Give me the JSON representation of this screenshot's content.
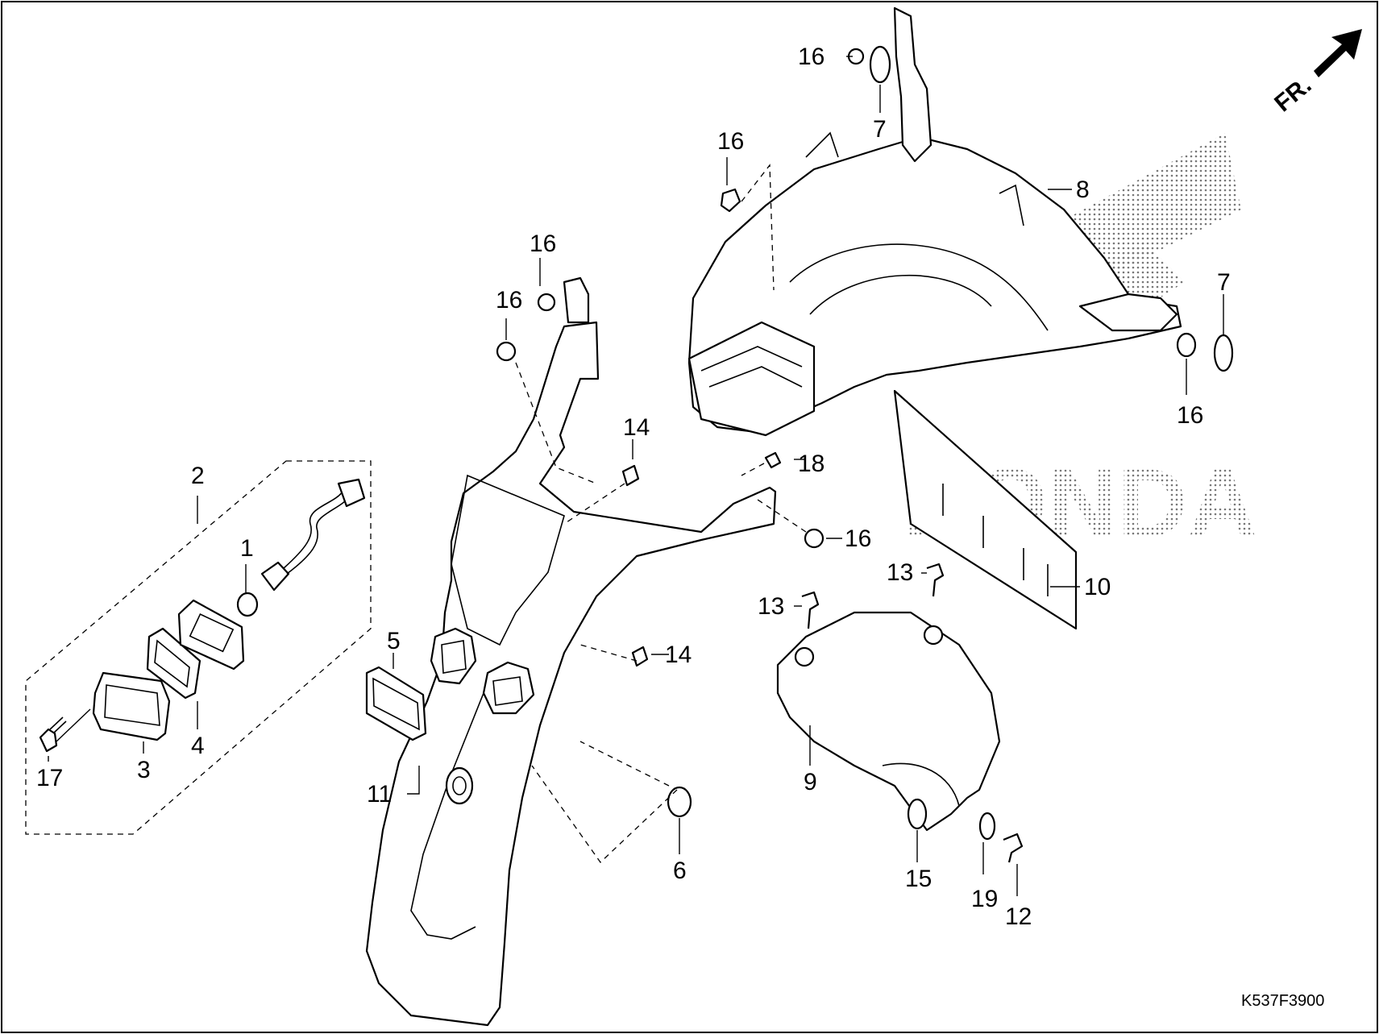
{
  "diagram": {
    "callouts": [
      "1",
      "2",
      "3",
      "4",
      "5",
      "6",
      "7",
      "8",
      "9",
      "10",
      "11",
      "12",
      "13",
      "14",
      "15",
      "16",
      "17",
      "18",
      "19"
    ],
    "labels": {
      "p1": "1",
      "p2": "2",
      "p3": "3",
      "p4": "4",
      "p5": "5",
      "p6": "6",
      "p7a": "7",
      "p7b": "7",
      "p8": "8",
      "p9": "9",
      "p10": "10",
      "p11": "11",
      "p12": "12",
      "p13a": "13",
      "p13b": "13",
      "p14a": "14",
      "p14b": "14",
      "p15": "15",
      "p16a": "16",
      "p16b": "16",
      "p16c": "16",
      "p16d": "16",
      "p16e": "16",
      "p16f": "16",
      "p17": "17",
      "p18": "18",
      "p19": "19"
    },
    "direction_label": "FR.",
    "watermark": "HONDA",
    "figure_code": "K537F3900",
    "colors": {
      "line": "#000000",
      "background": "#ffffff"
    }
  }
}
